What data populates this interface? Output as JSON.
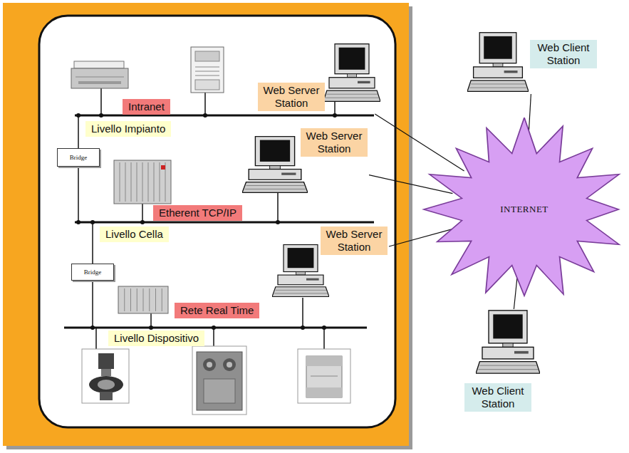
{
  "diagram": {
    "nodes": [
      {
        "text": [
          "Intranet"
        ]
      },
      {
        "text": [
          "Web Server Station"
        ]
      },
      {
        "text": [
          "Livello Impianto"
        ]
      },
      {
        "text": [
          "Bridge"
        ]
      },
      {
        "text": [
          "Web Server Station"
        ]
      },
      {
        "text": [
          "Etherent TCP/IP"
        ]
      },
      {
        "text": [
          "Livello Cella"
        ]
      },
      {
        "text": [
          "Web Server Station"
        ]
      },
      {
        "text": [
          "Bridge"
        ]
      },
      {
        "text": [
          "Rete Real Time"
        ]
      },
      {
        "text": [
          "Livello Dispositivo"
        ]
      },
      {
        "text": [
          "Web Client Station"
        ]
      },
      {
        "text": [
          "INTERNET"
        ]
      },
      {
        "text": [
          "Web Client Station"
        ]
      }
    ],
    "edges": [
      {
        "from": 1,
        "to": 12,
        "arrow": "none"
      },
      {
        "from": 4,
        "to": 12,
        "arrow": "none"
      },
      {
        "from": 7,
        "to": 12,
        "arrow": "none"
      },
      {
        "from": 12,
        "to": 11,
        "arrow": "none"
      },
      {
        "from": 12,
        "to": 13,
        "arrow": "none"
      }
    ]
  }
}
